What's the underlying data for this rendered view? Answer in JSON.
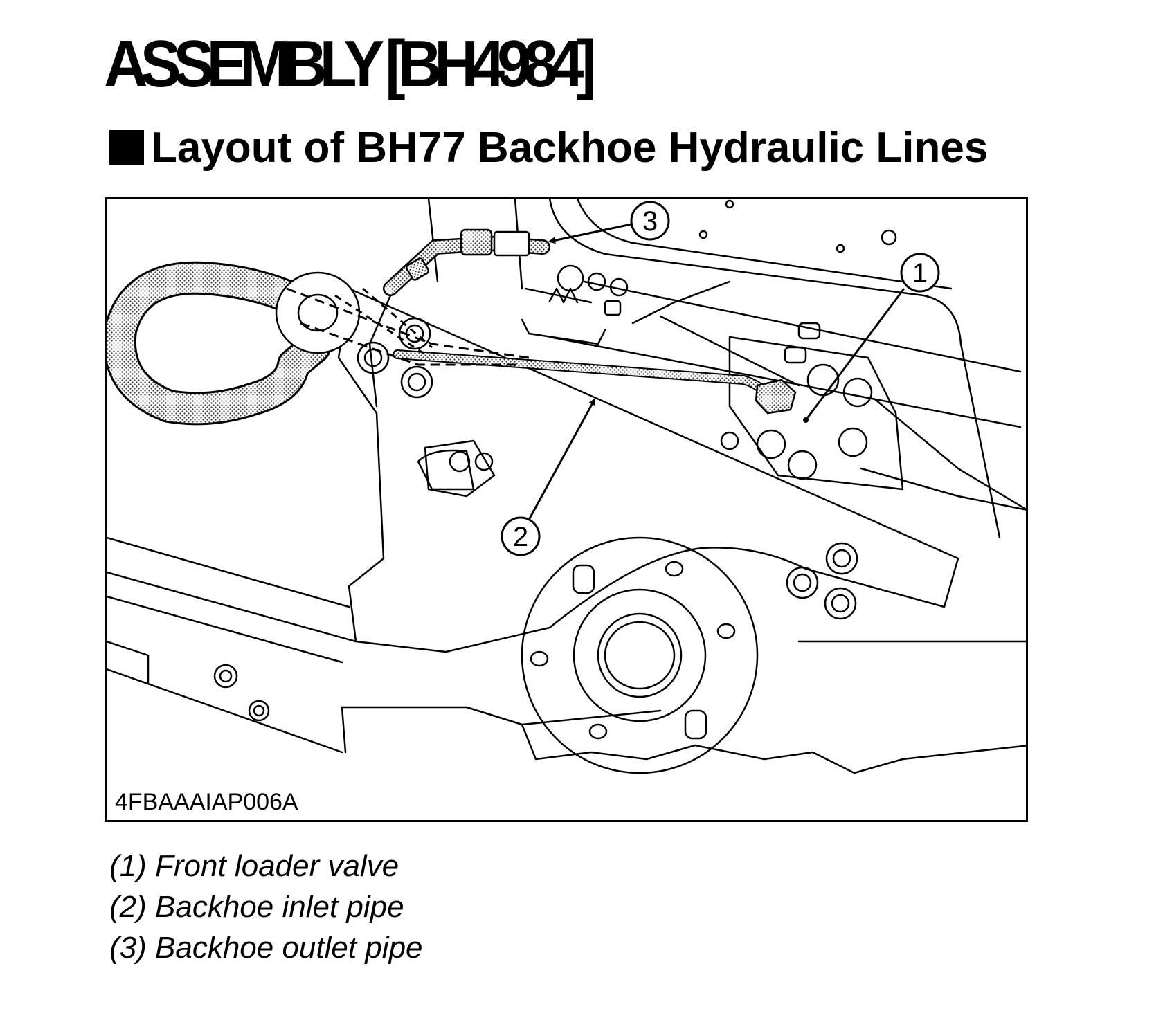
{
  "document": {
    "title": "ASSEMBLY [BH4984]",
    "section_heading": "Layout of BH77 Backhoe Hydraulic Lines"
  },
  "figure": {
    "code": "4FBAAAIAP006A",
    "callouts": [
      "1",
      "2",
      "3"
    ]
  },
  "legend": [
    "(1) Front loader valve",
    "(2) Backhoe inlet pipe",
    "(3) Backhoe outlet pipe"
  ]
}
